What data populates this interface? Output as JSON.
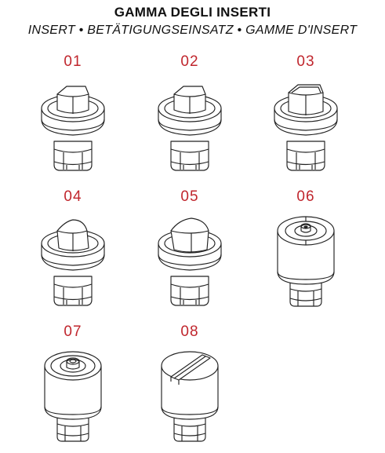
{
  "header": {
    "title": "GAMMA DEGLI INSERTI",
    "subtitle": "INSERT • BETÄTIGUNGSEINSATZ • GAMME D'INSERT"
  },
  "accent_color": "#c0262d",
  "inserts": [
    {
      "number": "01",
      "icon": "square-insert"
    },
    {
      "number": "02",
      "icon": "square-insert"
    },
    {
      "number": "03",
      "icon": "square-insert"
    },
    {
      "number": "04",
      "icon": "triangle-insert"
    },
    {
      "number": "05",
      "icon": "triangle-insert"
    },
    {
      "number": "06",
      "icon": "hollow-pin-insert"
    },
    {
      "number": "07",
      "icon": "hollow-pin-insert"
    },
    {
      "number": "08",
      "icon": "slot-insert"
    }
  ]
}
